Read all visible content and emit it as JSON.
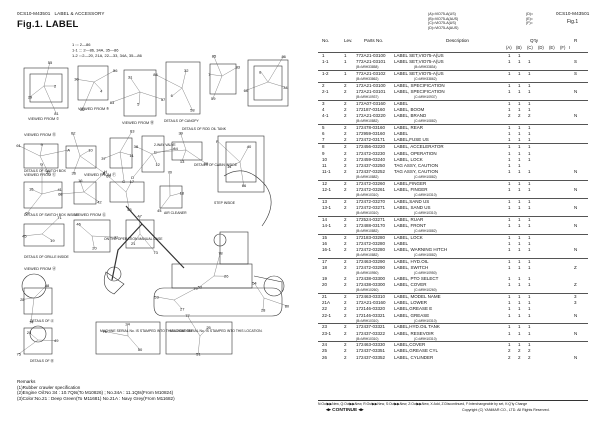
{
  "header": {
    "code_left": "0CS10-M43501",
    "section_title": "LABEL & ACCESSORY",
    "code_right": "0CS10-M43501",
    "fig_num": "Fig.1",
    "fig_title": "Fig.1.  LABEL"
  },
  "drawing": {
    "legend_lines": [
      "1  ::: 2—86",
      "1-1  ::: 2—86, 34A, 35—86",
      "1-2  :::2—20, 21A, 22—33, 34A, 35—86"
    ],
    "views": [
      "VIEWED FROM ©",
      "VIEWED FROM ®",
      "VIEWED FROM Ⓑ",
      "VIEWED FROM Ⓓ",
      "VIEWED FROM Ⓔ",
      "VIEWED FROM Ⓕ",
      "VIEWED FROM Ⓖ",
      "VIEWED FROM Ⓐ"
    ],
    "details": [
      "DETAILS OF CANOPY",
      "DETAILS OF ROD OIL TANK",
      "DETAILS OF SWITCH BOX",
      "DETAILS OF SWITCH BOX INSIDE",
      "DETAILS OF GRILLE INSIDE",
      "DETAILS OF CABIN INSIDE",
      "DETAILS OF Ⓐ",
      "DETAILS OF Ⓑ",
      "2-WAY VALVE",
      "STEP INSIDE",
      "AIR CLEANER",
      "ON THE OPERATION MANUAL CASE"
    ],
    "machine_serial_1": "MACHINE SERIAL No. IS STAMPED INTO THIS LOCATION.",
    "machine_serial_2": "MACHINE SERIAL No. IS STAMPED INTO THIS LOCATION.",
    "callouts": [
      "2",
      "4",
      "5",
      "6",
      "7",
      "8",
      "9",
      "10",
      "11",
      "12",
      "13",
      "14",
      "15",
      "16",
      "17",
      "18",
      "19",
      "20",
      "21",
      "22",
      "23",
      "24",
      "25",
      "26",
      "27",
      "28",
      "29",
      "30",
      "31",
      "32",
      "33",
      "34",
      "35",
      "36",
      "37",
      "38",
      "39",
      "40",
      "41",
      "42",
      "43",
      "44",
      "45",
      "46",
      "47",
      "48",
      "49",
      "50",
      "51",
      "52",
      "53",
      "54",
      "55",
      "56",
      "57",
      "58",
      "59",
      "60",
      "61",
      "62",
      "63",
      "64",
      "65",
      "66",
      "67",
      "68",
      "69",
      "70",
      "71",
      "72",
      "73",
      "74",
      "75",
      "76",
      "77",
      "78",
      "79",
      "80",
      "81",
      "82",
      "83",
      "84",
      "85",
      "86",
      "A",
      "B",
      "C",
      "D",
      "E",
      "F",
      "G",
      "H"
    ]
  },
  "remarks": {
    "title": "Remarks",
    "lines": [
      "(1)Rubber crawler specification",
      "(2)Engine Oil:No 34 : 10.7Qts(To M10826) ; No.34A : 11.1Qts(From M10824)",
      "(3)Color:No.21 : Deep Green(To M11681) No.21A : Navy Grey(From M11682)"
    ]
  },
  "matrix": {
    "left": [
      "(A)=ViO75-A(US)",
      "(B)=ViO75-A(AUS)",
      "(C)=ViO75-A(US)",
      "(D)=ViO75-A(AUS)"
    ],
    "right": [
      "(D)=",
      "(E)=",
      "(F)="
    ]
  },
  "columns": {
    "no": "No.",
    "lev": "Lev.",
    "pn": "Parts No.",
    "desc": "Description",
    "qty": "Q'ty",
    "r": "R",
    "q": [
      "(A)",
      "(B)",
      "(C)",
      "(D)",
      "(E)",
      "(F)",
      "I"
    ]
  },
  "rows": [
    {
      "no": "1",
      "lev": "1",
      "pn": "772A21-03100",
      "desc": "LABEL SET,VIO75-A(US",
      "q": [
        "1",
        "1",
        "",
        "",
        "",
        ""
      ],
      "r": "",
      "sep": true
    },
    {
      "no": "1-1",
      "lev": "1",
      "pn": "772A21-03101",
      "desc": "LABEL SET,VIO75-A(US",
      "q": [
        "1",
        "1",
        "1",
        "",
        "",
        ""
      ],
      "r": "S",
      "sep": false
    },
    {
      "sub": true,
      "s1": "(B=M9H33858)",
      "s2": "(B=M9H33834)"
    },
    {
      "no": "1-2",
      "lev": "1",
      "pn": "772A21-03102",
      "desc": "LABEL SET,VIO75-A(US",
      "q": [
        "1",
        "1",
        "1",
        "",
        "",
        ""
      ],
      "r": "S",
      "sep": true
    },
    {
      "sub": true,
      "s1": "(B=M9H33862)",
      "s2": "(C=M9H33862)"
    },
    {
      "no": "2",
      "lev": "2",
      "pn": "172A21-03100",
      "desc": "LABEL, SPECIFICATION",
      "q": [
        "1",
        "1",
        "1",
        "",
        "",
        ""
      ],
      "r": "",
      "sep": true
    },
    {
      "no": "2-1",
      "lev": "2",
      "pn": "172A21-03101",
      "desc": "LABEL, SPECIFICATION",
      "q": [
        "1",
        "1",
        "1",
        "",
        "",
        ""
      ],
      "r": "N",
      "sep": false
    },
    {
      "sub": true,
      "s1": "(B=M9H10937)",
      "s2": "(C=M9H10937)"
    },
    {
      "no": "3",
      "lev": "2",
      "pn": "172A07-03160",
      "desc": "LABEL",
      "q": [
        "1",
        "1",
        "1",
        "",
        "",
        ""
      ],
      "r": "",
      "sep": true
    },
    {
      "no": "4",
      "lev": "2",
      "pn": "172187-03160",
      "desc": "LABEL, BOOM",
      "q": [
        "1",
        "1",
        "1",
        "",
        "",
        ""
      ],
      "r": "",
      "sep": false
    },
    {
      "no": "4-1",
      "lev": "2",
      "pn": "172A21-03220",
      "desc": "LABEL, BRAND",
      "q": [
        "2",
        "2",
        "2",
        "",
        "",
        ""
      ],
      "r": "N",
      "sep": false
    },
    {
      "sub": true,
      "s1": "(B=M9H10882)",
      "s2": "(C=M9H10882)"
    },
    {
      "no": "5",
      "lev": "2",
      "pn": "172478-03160",
      "desc": "LABEL, REAR",
      "q": [
        "1",
        "1",
        "1",
        "",
        "",
        ""
      ],
      "r": "",
      "sep": true
    },
    {
      "no": "6",
      "lev": "2",
      "pn": "172959-03160",
      "desc": "LABEL",
      "q": [
        "1",
        "1",
        "1",
        "",
        "",
        ""
      ],
      "r": "",
      "sep": false
    },
    {
      "no": "7",
      "lev": "2",
      "pn": "172472-03171",
      "desc": "LABEL,FUSE US",
      "q": [
        "1",
        "1",
        "1",
        "",
        "",
        ""
      ],
      "r": "",
      "sep": false
    },
    {
      "no": "8",
      "lev": "2",
      "pn": "172456-03220",
      "desc": "LABEL, ACCELERATOR",
      "q": [
        "1",
        "1",
        "1",
        "",
        "",
        ""
      ],
      "r": "",
      "sep": true
    },
    {
      "no": "9",
      "lev": "2",
      "pn": "172472-03230",
      "desc": "LABEL, OPERATION",
      "q": [
        "1",
        "1",
        "1",
        "",
        "",
        ""
      ],
      "r": "",
      "sep": false
    },
    {
      "no": "10",
      "lev": "2",
      "pn": "172459-03240",
      "desc": "LABEL, LOCK",
      "q": [
        "1",
        "1",
        "1",
        "",
        "",
        ""
      ],
      "r": "",
      "sep": false
    },
    {
      "no": "11",
      "lev": "2",
      "pn": "172437-03250",
      "desc": "TAG ASSY, CAUTION",
      "q": [
        "1",
        "1",
        "",
        "",
        "",
        ""
      ],
      "r": "",
      "sep": false
    },
    {
      "no": "11-1",
      "lev": "2",
      "pn": "172437-03252",
      "desc": "TAG ASSY, CAUTION",
      "q": [
        "1",
        "1",
        "1",
        "",
        "",
        ""
      ],
      "r": "N",
      "sep": false
    },
    {
      "sub": true,
      "s1": "(B=M9H10882)",
      "s2": "(C=M9H10882)"
    },
    {
      "no": "12",
      "lev": "2",
      "pn": "172472-03260",
      "desc": "LABEL,FINGER",
      "q": [
        "1",
        "1",
        "1",
        "",
        "",
        ""
      ],
      "r": "",
      "sep": true
    },
    {
      "no": "12-1",
      "lev": "2",
      "pn": "172472-03261",
      "desc": "LABEL, FINGER",
      "q": [
        "1",
        "1",
        "1",
        "",
        "",
        ""
      ],
      "r": "N",
      "sep": false
    },
    {
      "sub": true,
      "s1": "(B=M9H10310)",
      "s2": "(C=M9H10310)"
    },
    {
      "no": "13",
      "lev": "2",
      "pn": "172472-03270",
      "desc": "LABEL,SAND US",
      "q": [
        "1",
        "1",
        "1",
        "",
        "",
        ""
      ],
      "r": "",
      "sep": true
    },
    {
      "no": "13-1",
      "lev": "2",
      "pn": "172472-03271",
      "desc": "LABEL, SAND US",
      "q": [
        "1",
        "1",
        "1",
        "",
        "",
        ""
      ],
      "r": "N",
      "sep": false
    },
    {
      "sub": true,
      "s1": "(B=M9H10310)",
      "s2": "(C=M9H10310)"
    },
    {
      "no": "14",
      "lev": "2",
      "pn": "172524-03271",
      "desc": "LABEL, RUAR",
      "q": [
        "1",
        "1",
        "1",
        "",
        "",
        ""
      ],
      "r": "",
      "sep": true
    },
    {
      "no": "14-1",
      "lev": "2",
      "pn": "172488-03170",
      "desc": "LABEL, FRONT",
      "q": [
        "1",
        "1",
        "1",
        "",
        "",
        ""
      ],
      "r": "N",
      "sep": false
    },
    {
      "sub": true,
      "s1": "(B=M9H10882)",
      "s2": "(C=M9H10882)"
    },
    {
      "no": "15",
      "lev": "2",
      "pn": "172183-03280",
      "desc": "LABEL, LOCK",
      "q": [
        "1",
        "1",
        "1",
        "",
        "",
        ""
      ],
      "r": "",
      "sep": true
    },
    {
      "no": "16",
      "lev": "2",
      "pn": "172472-03280",
      "desc": "LABEL",
      "q": [
        "1",
        "1",
        "1",
        "",
        "",
        ""
      ],
      "r": "",
      "sep": false
    },
    {
      "no": "16-1",
      "lev": "2",
      "pn": "172472-03280",
      "desc": "LABEL, WARNING HITCH",
      "q": [
        "1",
        "1",
        "1",
        "",
        "",
        ""
      ],
      "r": "N",
      "sep": false
    },
    {
      "sub": true,
      "s1": "(B=M9H10882)",
      "s2": "(C=M9H10882)"
    },
    {
      "no": "17",
      "lev": "2",
      "pn": "172463-03290",
      "desc": "LABEL, HYD.OIL",
      "q": [
        "1",
        "1",
        "1",
        "",
        "",
        ""
      ],
      "r": "",
      "sep": true
    },
    {
      "no": "18",
      "lev": "2",
      "pn": "172472-03290",
      "desc": "LABEL, SWITCH",
      "q": [
        "1",
        "1",
        "1",
        "",
        "",
        ""
      ],
      "r": "Z",
      "sep": false
    },
    {
      "sub": true,
      "s1": "(B=M9H10950)",
      "s2": "(C=M9H10950)"
    },
    {
      "no": "19",
      "lev": "2",
      "pn": "172438-03300",
      "desc": "LABEL, PTO SELECT",
      "q": [
        "1",
        "1",
        "1",
        "",
        "",
        ""
      ],
      "r": "",
      "sep": false
    },
    {
      "no": "20",
      "lev": "2",
      "pn": "172438-03300",
      "desc": "LABEL, COVER",
      "q": [
        "1",
        "1",
        "1",
        "",
        "",
        ""
      ],
      "r": "Z",
      "sep": false
    },
    {
      "sub": true,
      "s1": "(B=M9H10260)",
      "s2": "(C=M9H10260)"
    },
    {
      "no": "21",
      "lev": "2",
      "pn": "172463-03310",
      "desc": "LABEL, MODEL NAME",
      "q": [
        "1",
        "1",
        "1",
        "",
        "",
        ""
      ],
      "r": "3",
      "sep": true
    },
    {
      "no": "21A",
      "lev": "2",
      "pn": "172A21-03160",
      "desc": "LABEL, LOWER",
      "q": [
        "1",
        "1",
        "1",
        "",
        "",
        ""
      ],
      "r": "3",
      "sep": false
    },
    {
      "no": "22",
      "lev": "2",
      "pn": "172146-03320",
      "desc": "LABEL,GREASE E",
      "q": [
        "1",
        "1",
        "1",
        "",
        "",
        ""
      ],
      "r": "",
      "sep": false
    },
    {
      "no": "22-1",
      "lev": "2",
      "pn": "172146-03321",
      "desc": "LABEL, GREASE",
      "q": [
        "1",
        "1",
        "1",
        "",
        "",
        ""
      ],
      "r": "N",
      "sep": false
    },
    {
      "sub": true,
      "s1": "(B=M9H10310)",
      "s2": "(C=M9H10310)"
    },
    {
      "no": "23",
      "lev": "2",
      "pn": "172437-03321",
      "desc": "LABEL,HYD.OIL TANK",
      "q": [
        "1",
        "1",
        "1",
        "",
        "",
        ""
      ],
      "r": "",
      "sep": true
    },
    {
      "no": "23-1",
      "lev": "2",
      "pn": "172437-03322",
      "desc": "LABEL, RESEVOIR",
      "q": [
        "1",
        "1",
        "1",
        "",
        "",
        ""
      ],
      "r": "N",
      "sep": false
    },
    {
      "sub": true,
      "s1": "(B=M9H10310)",
      "s2": "(C=M9H10310)"
    },
    {
      "no": "24",
      "lev": "2",
      "pn": "172463-03330",
      "desc": "LABEL,COVER",
      "q": [
        "1",
        "1",
        "1",
        "",
        "",
        ""
      ],
      "r": "",
      "sep": true
    },
    {
      "no": "25",
      "lev": "2",
      "pn": "172437-03351",
      "desc": "LABEL,GREASE CYL",
      "q": [
        "2",
        "2",
        "2",
        "",
        "",
        ""
      ],
      "r": "",
      "sep": false
    },
    {
      "no": "26",
      "lev": "2",
      "pn": "172437-03352",
      "desc": "LABEL, CYLINDER",
      "q": [
        "2",
        "2",
        "2",
        "",
        "",
        ""
      ],
      "r": "N",
      "sep": false
    }
  ],
  "footer": {
    "legend": "N:Out▶▶New, Q:Out▶▶New, R:Out▶▶New, S:Out▶▶New, Z:Out▶▶New, X:Add, Z:Discontinued, F:Interchangeable by set, K:Q'ty Change",
    "continue": "◂▸ CONTINUE ◂▸",
    "copyright": "Copyright (C)  YANMAR CO., LTD. All Rights Reserved."
  }
}
